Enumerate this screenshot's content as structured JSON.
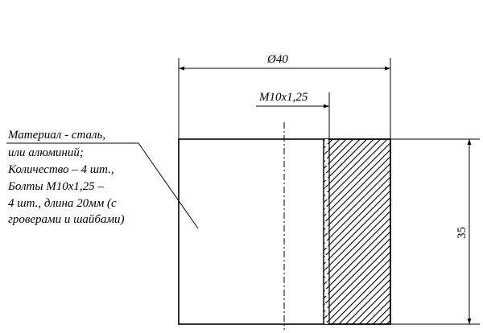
{
  "drawing": {
    "dimensions": {
      "diameter": "Ø40",
      "thread": "M10x1,25",
      "height": "35"
    },
    "note": {
      "lines": [
        "Материал - сталь,",
        "или алюминий;",
        "Количество – 4 шт.,",
        "Болты M10x1,25 –",
        "4 шт., длина 20мм (с",
        "гроверами и шайбами)"
      ]
    }
  }
}
